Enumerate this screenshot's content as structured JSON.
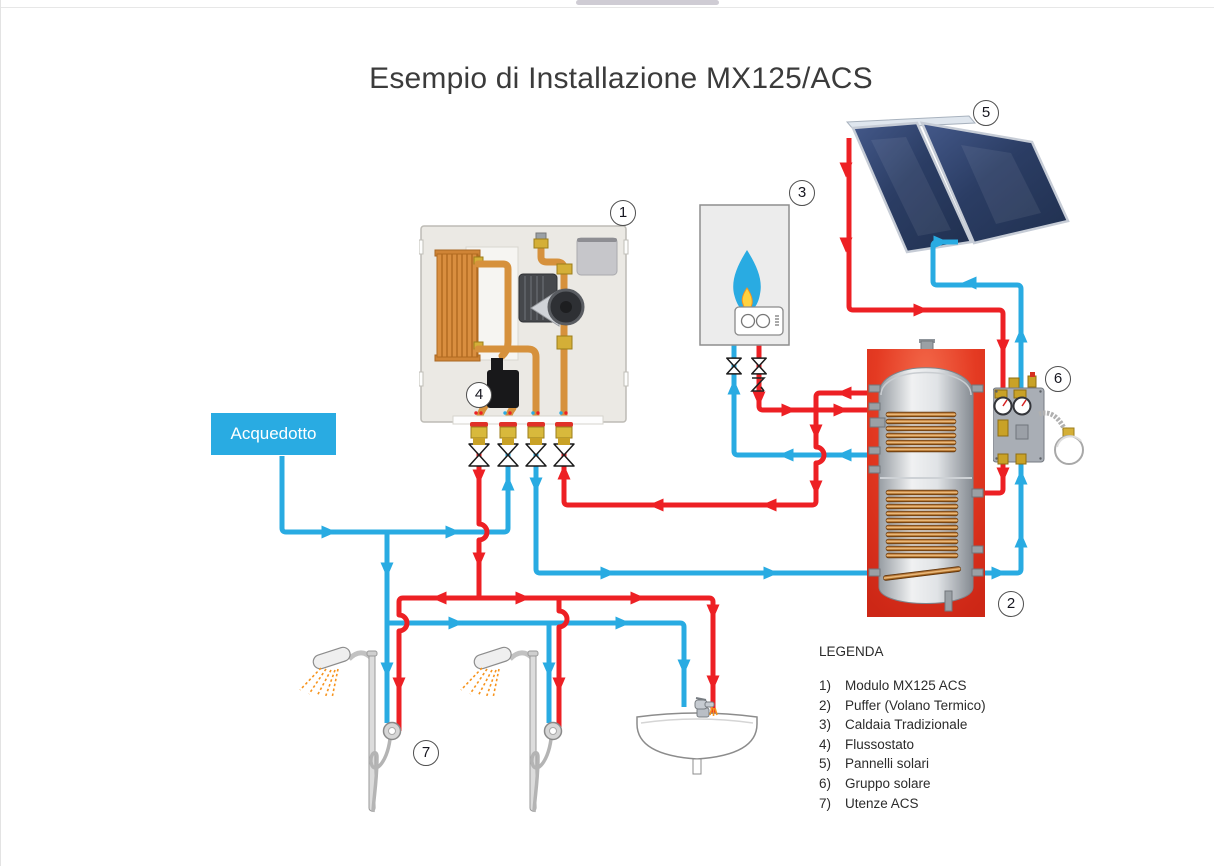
{
  "page": {
    "title": "Esempio di Installazione MX125/ACS"
  },
  "labels": {
    "acquedotto": "Acquedotto"
  },
  "legend": {
    "heading": "LEGENDA",
    "items": [
      {
        "num": "1)",
        "label": "Modulo MX125 ACS"
      },
      {
        "num": "2)",
        "label": "Puffer (Volano Termico)"
      },
      {
        "num": "3)",
        "label": "Caldaia Tradizionale"
      },
      {
        "num": "4)",
        "label": "Flussostato"
      },
      {
        "num": "5)",
        "label": "Pannelli solari"
      },
      {
        "num": "6)",
        "label": "Gruppo solare"
      },
      {
        "num": "7)",
        "label": "Utenze ACS"
      }
    ]
  },
  "markers": {
    "m1": "1",
    "m2": "2",
    "m3": "3",
    "m4": "4",
    "m5": "5",
    "m6": "6",
    "m7": "7"
  },
  "colors": {
    "hot_pipe": "#ED2024",
    "cold_pipe": "#29ABE2",
    "water_spray": "#F7941E"
  }
}
